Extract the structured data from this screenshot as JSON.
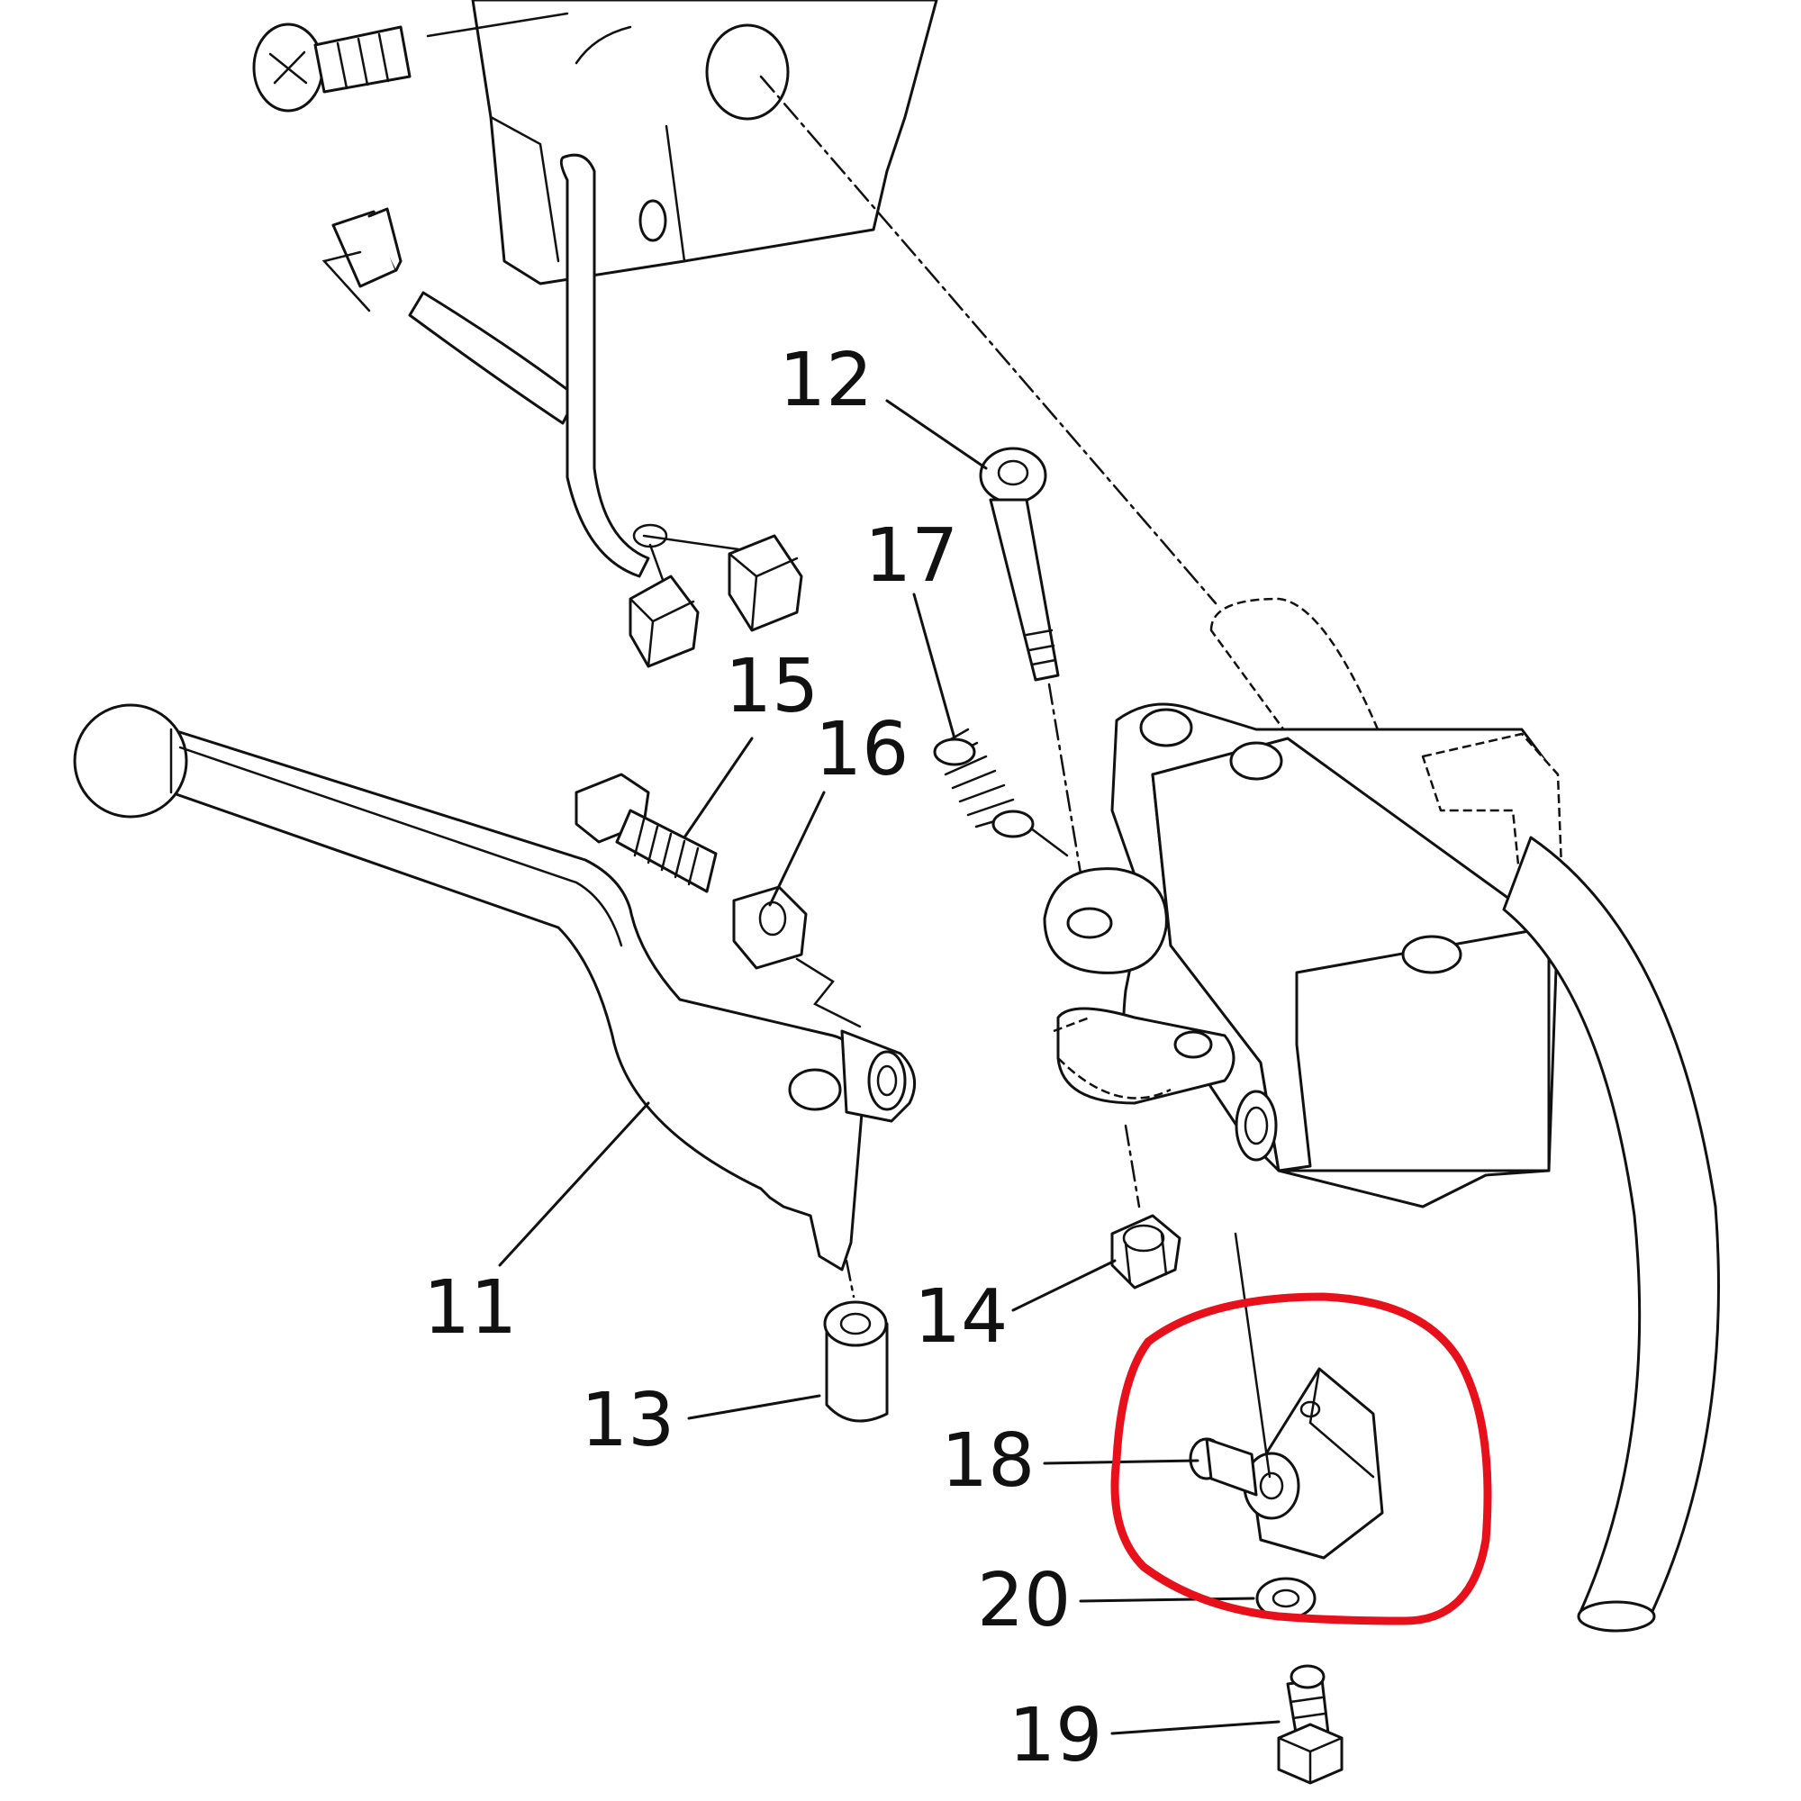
{
  "callouts": {
    "c11": "11",
    "c12": "12",
    "c13": "13",
    "c14": "14",
    "c15": "15",
    "c16": "16",
    "c17": "17",
    "c18": "18",
    "c19": "19",
    "c20": "20"
  },
  "colors": {
    "line": "#111111",
    "highlight_circle": "#e8101a",
    "background": "#ffffff"
  }
}
